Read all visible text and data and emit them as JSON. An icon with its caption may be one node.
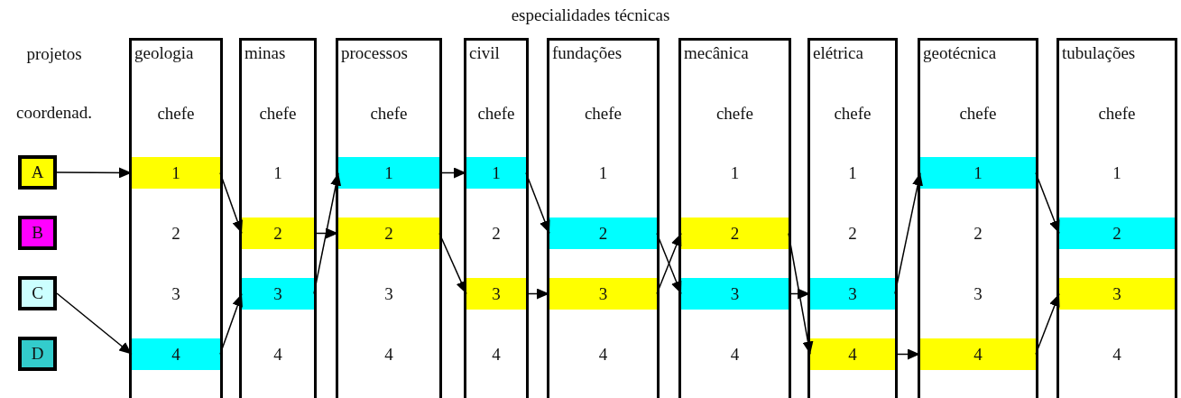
{
  "diagram": {
    "title": "especialidades técnicas",
    "nodes": [
      {
        "text": [
          "A"
        ]
      },
      {
        "text": [
          "B"
        ]
      },
      {
        "text": [
          "C"
        ]
      },
      {
        "text": [
          "D"
        ]
      },
      {
        "text": [
          "geologia",
          "chefe"
        ]
      },
      {
        "text": [
          "1"
        ],
        "in": 4
      },
      {
        "text": [
          "2"
        ],
        "in": 4
      },
      {
        "text": [
          "3"
        ],
        "in": 4
      },
      {
        "text": [
          "4"
        ],
        "in": 4
      },
      {
        "text": [
          "minas",
          "chefe"
        ]
      },
      {
        "text": [
          "1"
        ],
        "in": 9
      },
      {
        "text": [
          "2"
        ],
        "in": 9
      },
      {
        "text": [
          "3"
        ],
        "in": 9
      },
      {
        "text": [
          "4"
        ],
        "in": 9
      },
      {
        "text": [
          "processos",
          "chefe"
        ]
      },
      {
        "text": [
          "1"
        ],
        "in": 14
      },
      {
        "text": [
          "2"
        ],
        "in": 14
      },
      {
        "text": [
          "3"
        ],
        "in": 14
      },
      {
        "text": [
          "4"
        ],
        "in": 14
      },
      {
        "text": [
          "civil",
          "chefe"
        ]
      },
      {
        "text": [
          "1"
        ],
        "in": 19
      },
      {
        "text": [
          "2"
        ],
        "in": 19
      },
      {
        "text": [
          "3"
        ],
        "in": 19
      },
      {
        "text": [
          "4"
        ],
        "in": 19
      },
      {
        "text": [
          "fundações",
          "chefe"
        ]
      },
      {
        "text": [
          "1"
        ],
        "in": 24
      },
      {
        "text": [
          "2"
        ],
        "in": 24
      },
      {
        "text": [
          "3"
        ],
        "in": 24
      },
      {
        "text": [
          "4"
        ],
        "in": 24
      },
      {
        "text": [
          "mecânica",
          "chefe"
        ]
      },
      {
        "text": [
          "1"
        ],
        "in": 29
      },
      {
        "text": [
          "2"
        ],
        "in": 29
      },
      {
        "text": [
          "3"
        ],
        "in": 29
      },
      {
        "text": [
          "4"
        ],
        "in": 29
      },
      {
        "text": [
          "elétrica",
          "chefe"
        ]
      },
      {
        "text": [
          "1"
        ],
        "in": 34
      },
      {
        "text": [
          "2"
        ],
        "in": 34
      },
      {
        "text": [
          "3"
        ],
        "in": 34
      },
      {
        "text": [
          "4"
        ],
        "in": 34
      },
      {
        "text": [
          "geotécnica",
          "chefe"
        ]
      },
      {
        "text": [
          "1"
        ],
        "in": 39
      },
      {
        "text": [
          "2"
        ],
        "in": 39
      },
      {
        "text": [
          "3"
        ],
        "in": 39
      },
      {
        "text": [
          "4"
        ],
        "in": 39
      },
      {
        "text": [
          "tubulações",
          "chefe"
        ]
      },
      {
        "text": [
          "1"
        ],
        "in": 44
      },
      {
        "text": [
          "2"
        ],
        "in": 44
      },
      {
        "text": [
          "3"
        ],
        "in": 44
      },
      {
        "text": [
          "4"
        ],
        "in": 44
      }
    ],
    "edges": [
      {
        "from": 0,
        "to": 5,
        "arrow": "to"
      },
      {
        "from": 5,
        "to": 11,
        "arrow": "to"
      },
      {
        "from": 11,
        "to": 16,
        "arrow": "to"
      },
      {
        "from": 16,
        "to": 22,
        "arrow": "to"
      },
      {
        "from": 22,
        "to": 27,
        "arrow": "to"
      },
      {
        "from": 27,
        "to": 31,
        "arrow": "to"
      },
      {
        "from": 31,
        "to": 38,
        "arrow": "to"
      },
      {
        "from": 38,
        "to": 43,
        "arrow": "to"
      },
      {
        "from": 43,
        "to": 47,
        "arrow": "to"
      },
      {
        "from": 2,
        "to": 8,
        "arrow": "to"
      },
      {
        "from": 8,
        "to": 12,
        "arrow": "to"
      },
      {
        "from": 12,
        "to": 15,
        "arrow": "to"
      },
      {
        "from": 15,
        "to": 20,
        "arrow": "to"
      },
      {
        "from": 20,
        "to": 26,
        "arrow": "to"
      },
      {
        "from": 26,
        "to": 32,
        "arrow": "to"
      },
      {
        "from": 32,
        "to": 37,
        "arrow": "to"
      },
      {
        "from": 37,
        "to": 40,
        "arrow": "to"
      },
      {
        "from": 40,
        "to": 46,
        "arrow": "to"
      }
    ],
    "labels": [
      "projetos",
      "coordenad."
    ]
  }
}
